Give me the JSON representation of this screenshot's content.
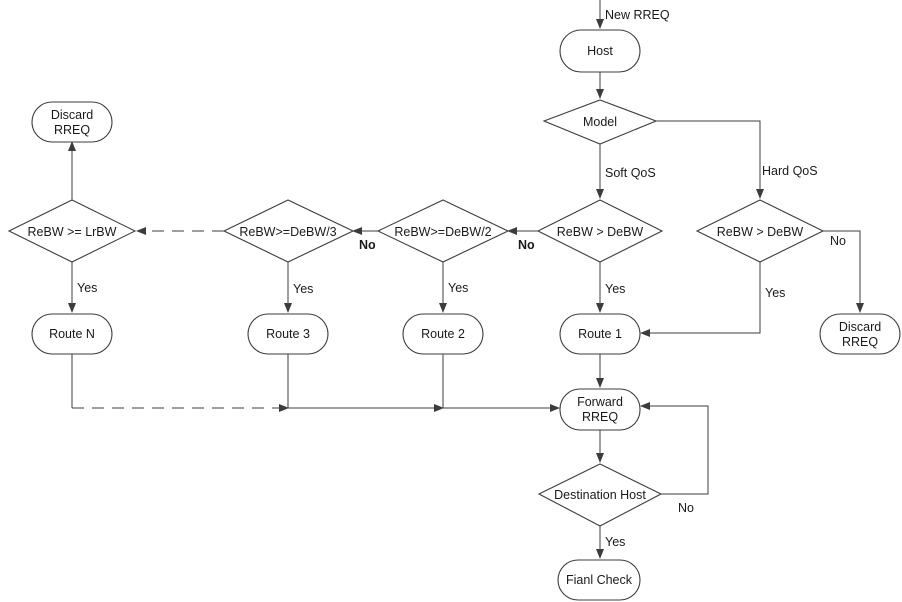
{
  "nodes": {
    "host": {
      "line1": "Host"
    },
    "model": {
      "line1": "Model"
    },
    "rebw_gt_debw_soft": {
      "line1": "ReBW > DeBW"
    },
    "rebw_gt_debw_hard": {
      "line1": "ReBW > DeBW"
    },
    "rebw_ge_debw2": {
      "line1": "ReBW>=DeBW/2"
    },
    "rebw_ge_debw3": {
      "line1": "ReBW>=DeBW/3"
    },
    "rebw_ge_lrbw": {
      "line1": "ReBW >= LrBW"
    },
    "discard_top": {
      "line1": "Discard",
      "line2": "RREQ"
    },
    "discard_right": {
      "line1": "Discard",
      "line2": "RREQ"
    },
    "route_1": {
      "line1": "Route 1"
    },
    "route_2": {
      "line1": "Route 2"
    },
    "route_3": {
      "line1": "Route 3"
    },
    "route_n": {
      "line1": "Route N"
    },
    "forward": {
      "line1": "Forward",
      "line2": "RREQ"
    },
    "destination": {
      "line1": "Destination Host"
    },
    "final_check": {
      "line1": "Fianl Check"
    }
  },
  "edges": {
    "new_rreq": "New RREQ",
    "soft_qos": "Soft QoS",
    "hard_qos": "Hard QoS",
    "yes_route1": "Yes",
    "yes_hard": "Yes",
    "no_hard": "No",
    "no_soft": "No",
    "no_debw2": "No",
    "yes_route2": "Yes",
    "yes_route3": "Yes",
    "yes_routen": "Yes",
    "no_destination": "No",
    "yes_destination": "Yes"
  },
  "colors": {
    "stroke": "#3c3c3c",
    "fill": "#ffffff",
    "text": "#1a1a1a"
  }
}
